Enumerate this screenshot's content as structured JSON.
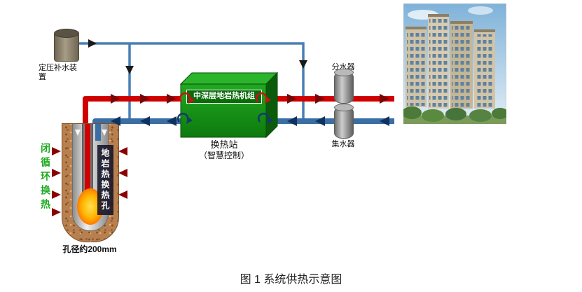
{
  "figure": {
    "caption": "图 1 系统供热示意图"
  },
  "labels": {
    "makeup_tank": "定压补水装置",
    "heat_unit": "中深层地岩热机组",
    "station_name": "换热站",
    "station_sub": "（智慧控制）",
    "distributor": "分水器",
    "collector": "集水器",
    "borehole_strip": "地岩热换热孔",
    "closed_loop": "闭循环换热",
    "bore_diameter": "孔径约200mm"
  },
  "colors": {
    "pipe_hot": "#d10000",
    "pipe_return": "#3a6ea5",
    "makeup_line": "#4a7fb5",
    "unit_green": "#169016",
    "soil_brown": "#b9804f",
    "heat_arrow_red": "#8b0000",
    "flow_dark_red": "#7a0505",
    "flow_dark_blue": "#10325e",
    "label_green": "#1faa1f"
  }
}
